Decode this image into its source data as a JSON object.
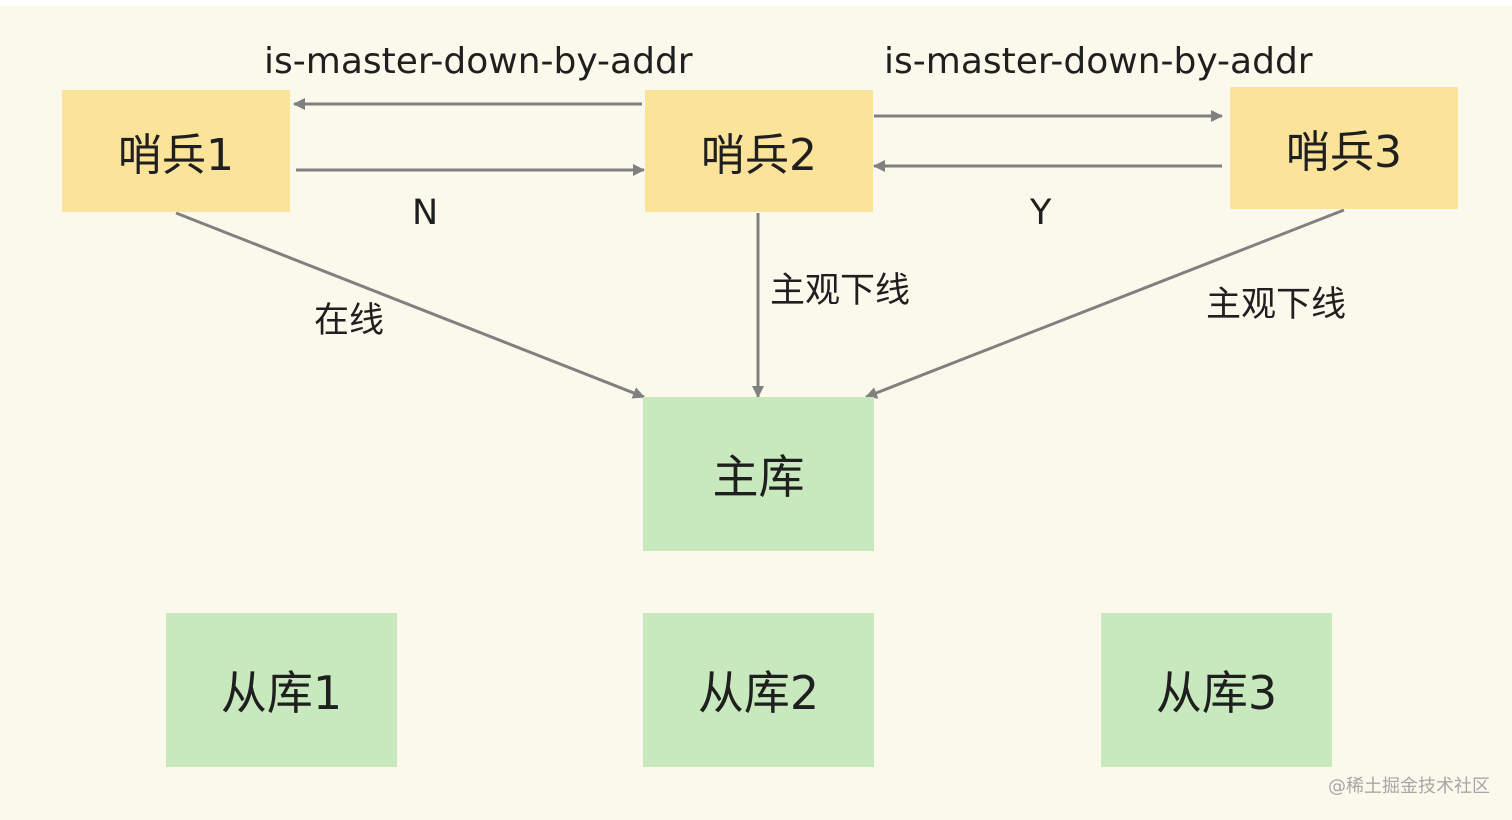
{
  "colors": {
    "background": "#fbf8ec",
    "sentinel_fill": "#fbe39a",
    "database_fill": "#c7e9bd",
    "arrow": "#808080",
    "text": "#1f1f1f",
    "watermark": "#a6a6a6"
  },
  "sentinels": {
    "s1": "哨兵1",
    "s2": "哨兵2",
    "s3": "哨兵3"
  },
  "databases": {
    "master": "主库",
    "replica1": "从库1",
    "replica2": "从库2",
    "replica3": "从库3"
  },
  "edge_labels": {
    "cmd_left": "is-master-down-by-addr",
    "cmd_right": "is-master-down-by-addr",
    "reply_left": "N",
    "reply_right": "Y",
    "s1_status": "在线",
    "s2_status": "主观下线",
    "s3_status": "主观下线"
  },
  "watermark": "@稀土掘金技术社区"
}
